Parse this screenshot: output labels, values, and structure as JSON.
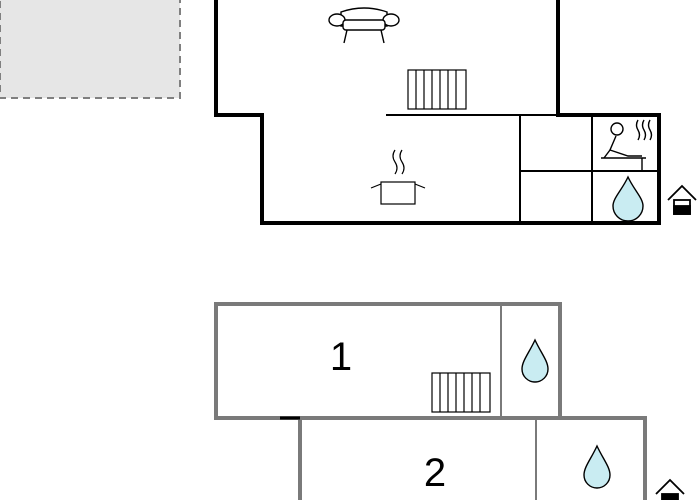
{
  "floor_plan": {
    "upper_floor": {
      "rooms": [
        "living area",
        "kitchen",
        "sauna",
        "bathroom"
      ],
      "icons": [
        "sofa-icon",
        "radiator-icon",
        "cooking-pot-icon",
        "sauna-icon",
        "water-drop-icon",
        "entrance-icon",
        "terrace-area"
      ]
    },
    "lower_floor": {
      "bedroom_1": {
        "number": "1",
        "icons": [
          "radiator-icon",
          "water-drop-icon"
        ]
      },
      "bedroom_2": {
        "number": "2",
        "icons": [
          "water-drop-icon",
          "entrance-icon"
        ]
      }
    }
  },
  "colors": {
    "wall_upper": "#000000",
    "wall_lower": "#7a7a7a",
    "terrace_fill": "#e6e6e6",
    "water_fill": "#c9ecf2"
  }
}
